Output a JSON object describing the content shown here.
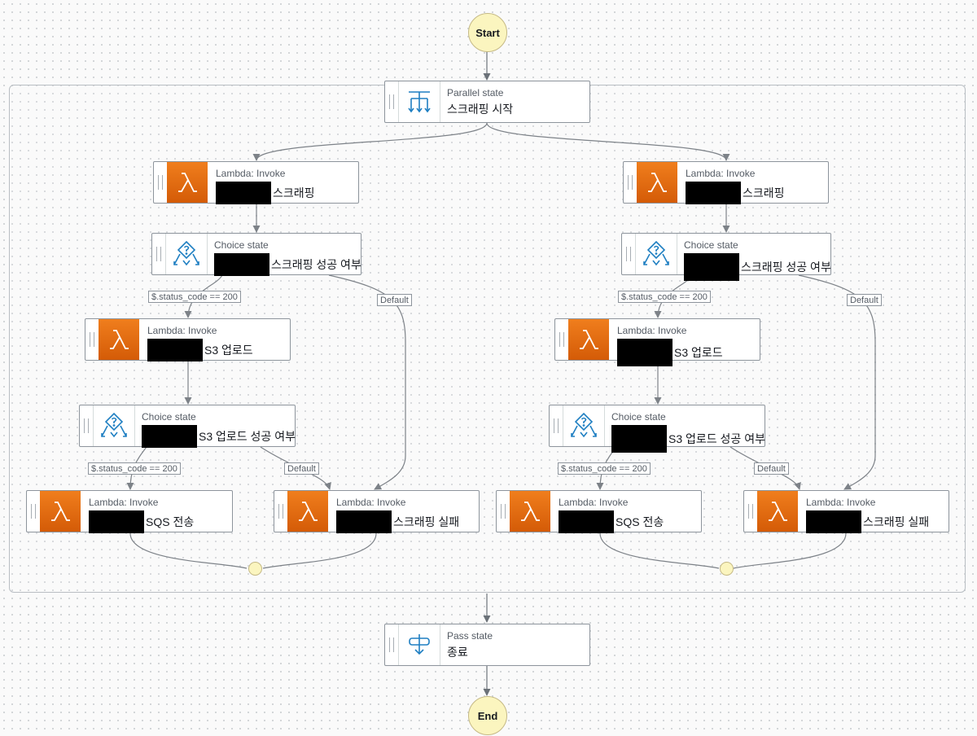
{
  "start_label": "Start",
  "end_label": "End",
  "parallel": {
    "type": "Parallel state",
    "name": "스크래핑 시작"
  },
  "pass": {
    "type": "Pass state",
    "name": "종료"
  },
  "edge_labels": {
    "status_200": "$.status_code == 200",
    "default": "Default"
  },
  "left": {
    "scrape": {
      "type": "Lambda: Invoke",
      "name": "스크래핑"
    },
    "choice1": {
      "type": "Choice state",
      "name": "스크래핑 성공 여부"
    },
    "upload": {
      "type": "Lambda: Invoke",
      "name": "S3 업로드"
    },
    "choice2": {
      "type": "Choice state",
      "name": "S3 업로드 성공 여부"
    },
    "sqs": {
      "type": "Lambda: Invoke",
      "name": "SQS 전송"
    },
    "fail": {
      "type": "Lambda: Invoke",
      "name": "스크래핑 실패"
    }
  },
  "right": {
    "scrape": {
      "type": "Lambda: Invoke",
      "name": "스크래핑"
    },
    "choice1": {
      "type": "Choice state",
      "name": "스크래핑 성공 여부"
    },
    "upload": {
      "type": "Lambda: Invoke",
      "name": "S3 업로드"
    },
    "choice2": {
      "type": "Choice state",
      "name": "S3 업로드 성공 여부"
    },
    "sqs": {
      "type": "Lambda: Invoke",
      "name": "SQS 전송"
    },
    "fail": {
      "type": "Lambda: Invoke",
      "name": "스크래핑 실패"
    }
  },
  "colors": {
    "lambda": "#e8700f",
    "start_end": "#fbf5bf",
    "icon_blue": "#1f7fc2"
  }
}
